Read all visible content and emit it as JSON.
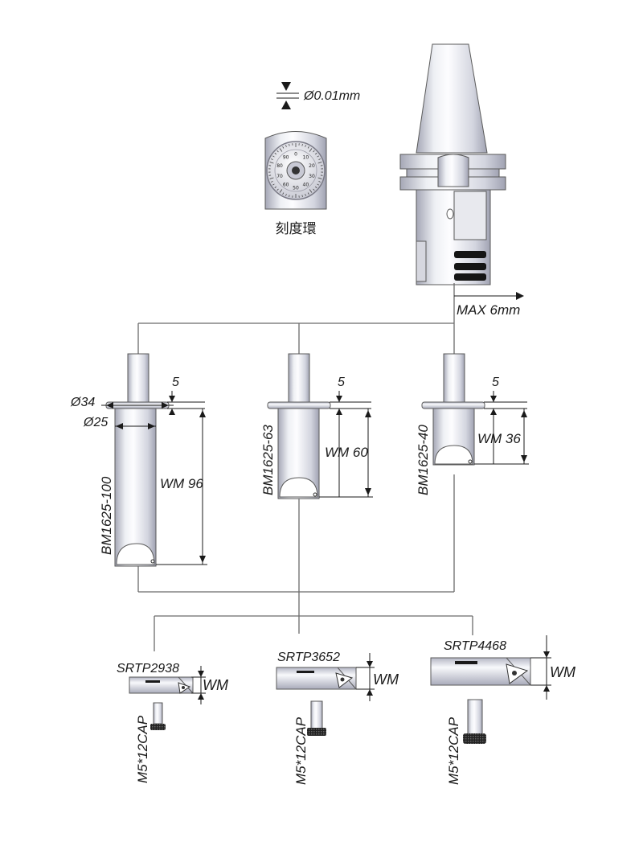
{
  "accuracy": {
    "label": "Ø0.01mm"
  },
  "dial": {
    "caption": "刻度環",
    "numbers": [
      "0",
      "10",
      "20",
      "30",
      "40",
      "50",
      "60",
      "70",
      "80",
      "90"
    ]
  },
  "holder": {
    "max_label": "MAX 6mm"
  },
  "bars": [
    {
      "model": "BM1625-100",
      "wm_label": "WM  96",
      "top_dim": "5",
      "flange_dim": "Ø34",
      "bore_dim": "Ø25"
    },
    {
      "model": "BM1625-63",
      "wm_label": "WM  60",
      "top_dim": "5"
    },
    {
      "model": "BM1625-40",
      "wm_label": "WM  36",
      "top_dim": "5"
    }
  ],
  "tools": [
    {
      "model": "SRTP2938",
      "wm_label": "WM",
      "screw": "M5*12CAP"
    },
    {
      "model": "SRTP3652",
      "wm_label": "WM",
      "screw": "M5*12CAP"
    },
    {
      "model": "SRTP4468",
      "wm_label": "WM",
      "screw": "M5*12CAP"
    }
  ],
  "colors": {
    "metal_light": "#f4f4f7",
    "metal_mid": "#d4d5de",
    "metal_dark": "#9ea0b0",
    "line": "#6b6b6b",
    "text": "#1a1a1a"
  }
}
